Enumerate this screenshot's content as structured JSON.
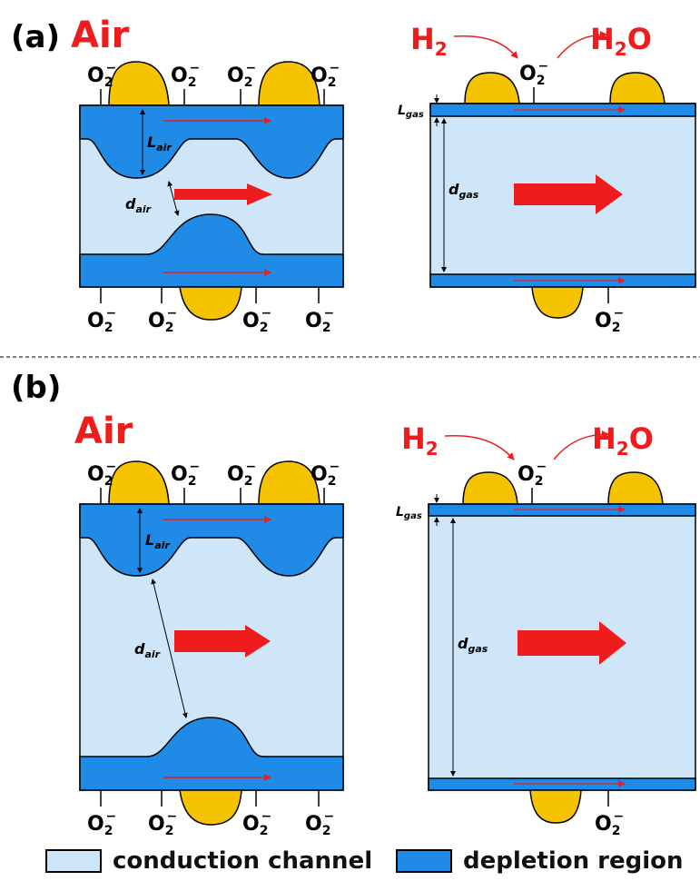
{
  "panels": {
    "a": {
      "tag": "(a)"
    },
    "b": {
      "tag": "(b)"
    }
  },
  "text": {
    "air": "Air",
    "h2": "H",
    "h2_sub": "2",
    "h2o_h": "H",
    "h2o_sub": "2",
    "h2o_o": "O",
    "o2": "O",
    "o2_sub": "2",
    "o2_sup": "−",
    "l_air": "L",
    "l_air_sub": "air",
    "d_air": "d",
    "d_air_sub": "air",
    "l_gas": "L",
    "l_gas_sub": "gas",
    "d_gas": "d",
    "d_gas_sub": "gas"
  },
  "legend": {
    "conduction_label": "conduction channel",
    "depletion_label": "depletion region"
  },
  "colors": {
    "conduction": "#cfe6f8",
    "depletion": "#1f8be6",
    "grain": "#f5c300",
    "arrow": "#ee1c1c"
  }
}
